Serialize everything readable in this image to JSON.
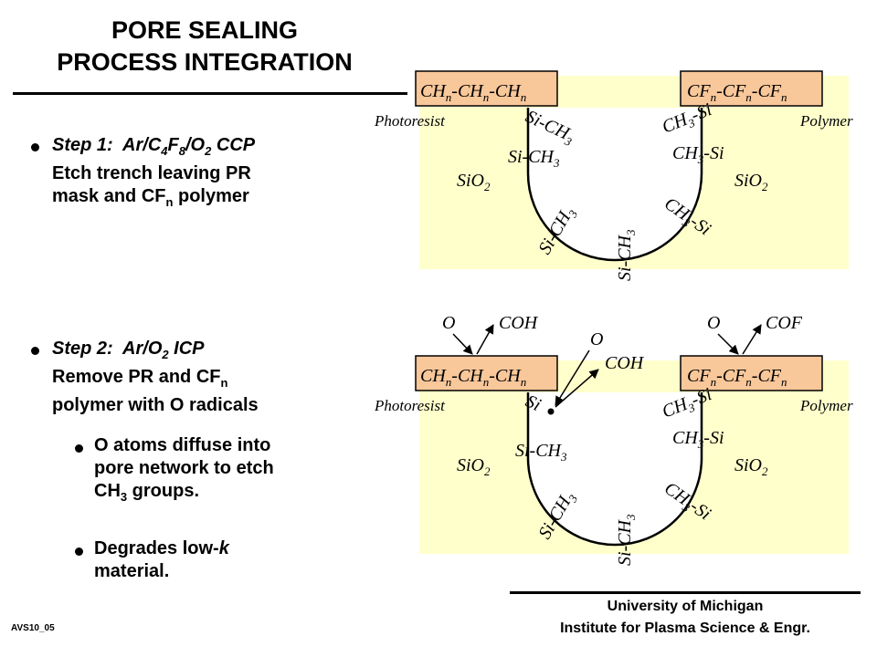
{
  "title": {
    "line1": "PORE SEALING",
    "line2": "PROCESS INTEGRATION"
  },
  "step1": {
    "heading": "Step 1:  Ar/C4F8/O2 CCP",
    "line2": "Etch trench leaving PR",
    "line3": "mask and CFn polymer"
  },
  "step2": {
    "heading": "Step 2:  Ar/O2 ICP",
    "line2": "Remove PR and CFn",
    "line3": "polymer with O radicals",
    "sub1": {
      "line1": "O atoms diffuse into",
      "line2": "pore network to etch",
      "line3": "CH3 groups."
    },
    "sub2": {
      "line1": "Degrades low-k",
      "line2": "material."
    }
  },
  "diagram": {
    "pr_block": "CHn-CHn-CHn",
    "polymer_block": "CFn-CFn-CFn",
    "photoresist_label": "Photoresist",
    "polymer_label": "Polymer",
    "sio2": "SiO2",
    "groups": [
      "Si-CH3",
      "Si-CH3",
      "CH3-Si",
      "CH3-Si",
      "Si-CH3",
      "Si-CH3",
      "CH3-Si"
    ],
    "radicals": {
      "o": "O",
      "coh": "COH",
      "cof": "COF",
      "si_radical": "Si"
    },
    "colors": {
      "substrate": "#ffffcc",
      "block": "#f8c79a",
      "block_border": "#000000"
    }
  },
  "footer": {
    "line1": "University of Michigan",
    "line2": "Institute for Plasma Science & Engr."
  },
  "slide_code": "AVS10_05"
}
